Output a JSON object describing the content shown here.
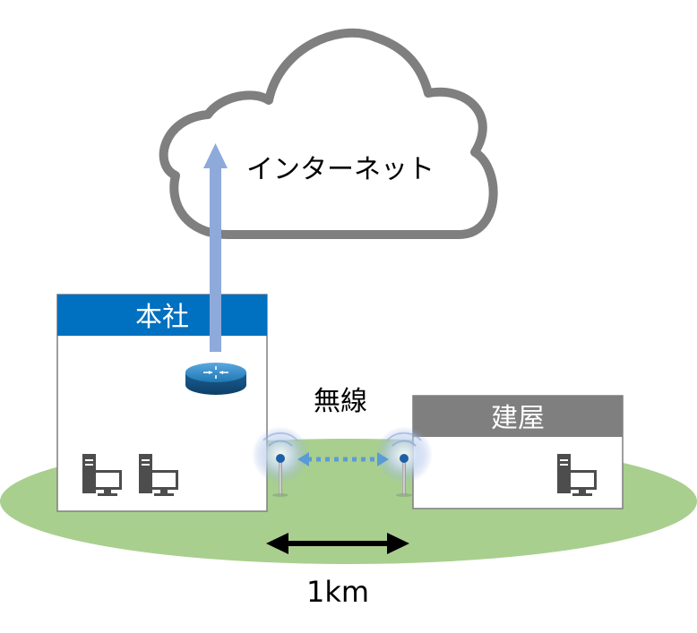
{
  "labels": {
    "internet": "インターネット",
    "headquarters": "本社",
    "building": "建屋",
    "wireless": "無線",
    "distance": "1km"
  },
  "colors": {
    "ground": "#a9cf8f",
    "cloud_stroke": "#7f7f7f",
    "hq_header": "#0070c0",
    "building_header": "#7f7f7f",
    "uplink_arrow": "#8eaadb",
    "wireless_link": "#5b9bd5",
    "router": "#1f78b4",
    "pc": "#4d4d4d",
    "distance_arrow": "#000000"
  },
  "icons": {
    "router": "router-icon",
    "pc": "pc-icon",
    "antenna": "wireless-antenna-icon"
  }
}
